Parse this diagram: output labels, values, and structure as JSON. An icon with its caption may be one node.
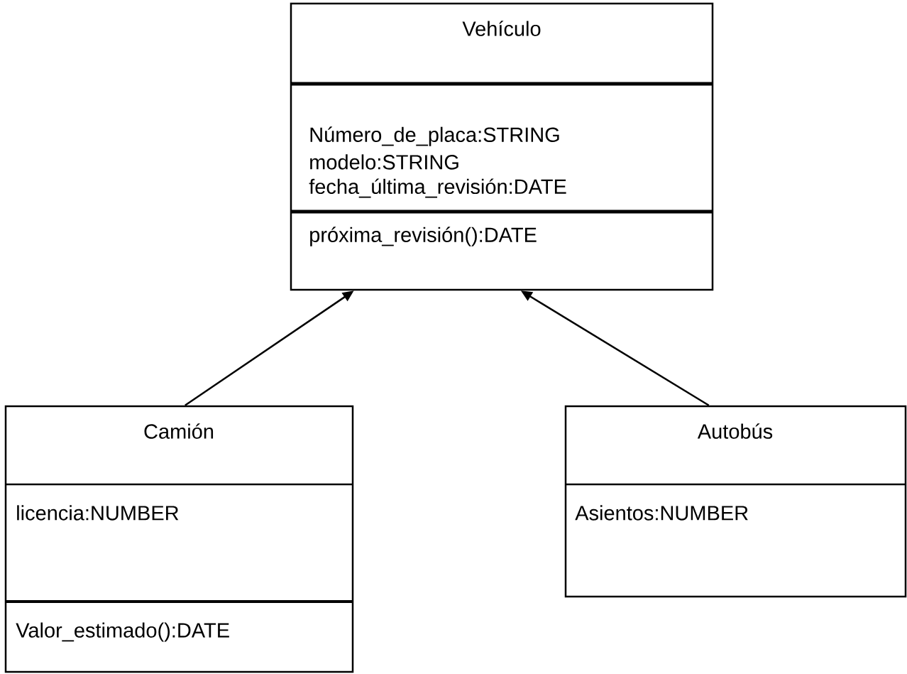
{
  "diagram": {
    "nodes": [
      {
        "text": [
          "Vehículo",
          "Número_de_placa:STRING",
          "modelo:STRING",
          "fecha_última_revisión:DATE",
          "próxima_revisión():DATE"
        ]
      },
      {
        "text": [
          "Camión",
          "licencia:NUMBER",
          "Valor_estimado():DATE"
        ]
      },
      {
        "text": [
          "Autobús",
          "Asientos:NUMBER"
        ]
      }
    ],
    "edges": [
      {
        "from": 1,
        "to": 0,
        "arrow": "to"
      },
      {
        "from": 2,
        "to": 0,
        "arrow": "to"
      }
    ]
  }
}
